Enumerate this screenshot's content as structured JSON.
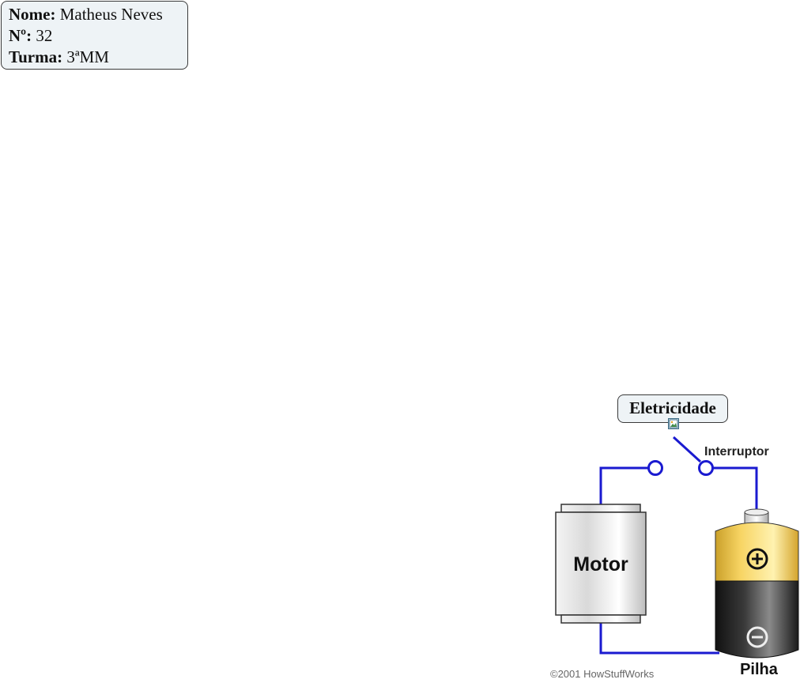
{
  "student_card": {
    "name_label": "Nome:",
    "name_value": "Matheus Neves",
    "number_label": "Nº:",
    "number_value": "32",
    "class_label": "Turma:",
    "class_value": "3ªMM"
  },
  "topic": {
    "title": "Eletricidade",
    "attachment_icon": "image-icon"
  },
  "circuit": {
    "switch_label": "Interruptor",
    "motor_label": "Motor",
    "battery_label": "Pilha",
    "positive_symbol": "+",
    "negative_symbol": "−",
    "copyright": "©2001 HowStuffWorks",
    "wire_color": "#1a1ad0",
    "battery_top_color": "#f2c23a",
    "battery_body_color": "#1a1a1a"
  }
}
